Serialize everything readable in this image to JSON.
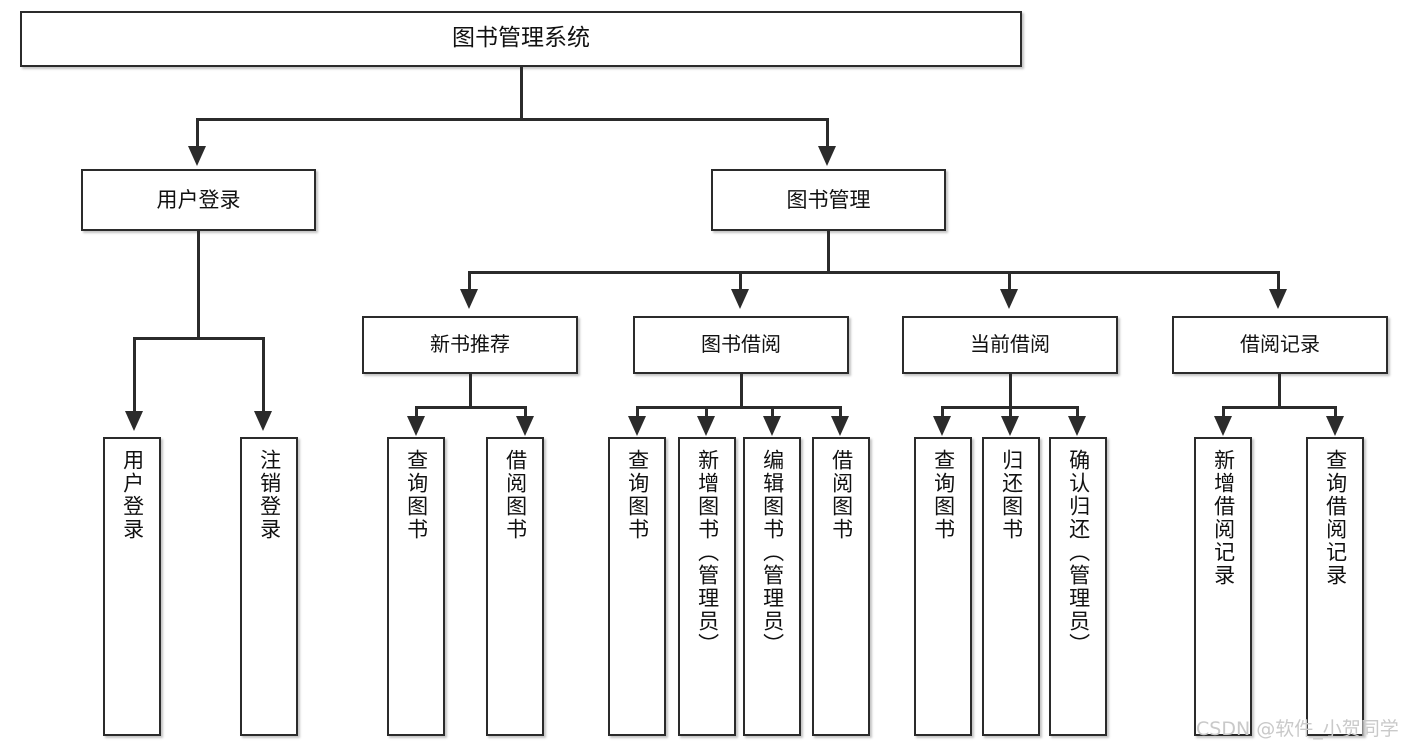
{
  "diagram": {
    "title": "图书管理系统",
    "type": "tree-hierarchy-chart",
    "root": {
      "label": "图书管理系统"
    },
    "level2": [
      {
        "label": "用户登录"
      },
      {
        "label": "图书管理"
      }
    ],
    "level3": [
      {
        "label": "新书推荐"
      },
      {
        "label": "图书借阅"
      },
      {
        "label": "当前借阅"
      },
      {
        "label": "借阅记录"
      }
    ],
    "leaves_user_login": [
      {
        "label": "用户登录"
      },
      {
        "label": "注销登录"
      }
    ],
    "leaves_new_book": [
      {
        "label": "查询图书"
      },
      {
        "label": "借阅图书"
      }
    ],
    "leaves_borrow": [
      {
        "label": "查询图书"
      },
      {
        "label": "新增图书（管理员）"
      },
      {
        "label": "编辑图书（管理员）"
      },
      {
        "label": "借阅图书"
      }
    ],
    "leaves_current": [
      {
        "label": "查询图书"
      },
      {
        "label": "归还图书"
      },
      {
        "label": "确认归还（管理员）"
      }
    ],
    "leaves_record": [
      {
        "label": "新增借阅记录"
      },
      {
        "label": "查询借阅记录"
      }
    ]
  },
  "watermark": {
    "text": "CSDN @软件_小贺同学"
  },
  "colors": {
    "stroke": "#2b2b2b",
    "fill": "#ffffff",
    "text": "#111111",
    "watermark": "#c9c9c9"
  }
}
